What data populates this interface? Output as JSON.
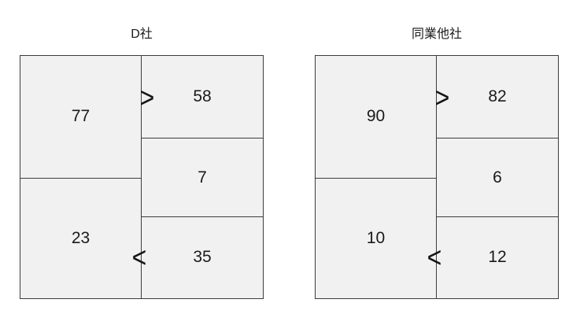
{
  "colors": {
    "background": "#ffffff",
    "cell_fill": "#f1f1f1",
    "border": "#3c3c3c",
    "text": "#1a1a1a"
  },
  "panels": [
    {
      "title": "D社",
      "left_column": [
        "77",
        "23"
      ],
      "right_column": [
        "58",
        "7",
        "35"
      ],
      "comparators": {
        "top": ">",
        "bottom": "<"
      }
    },
    {
      "title": "同業他社",
      "left_column": [
        "90",
        "10"
      ],
      "right_column": [
        "82",
        "6",
        "12"
      ],
      "comparators": {
        "top": ">",
        "bottom": "<"
      }
    }
  ]
}
